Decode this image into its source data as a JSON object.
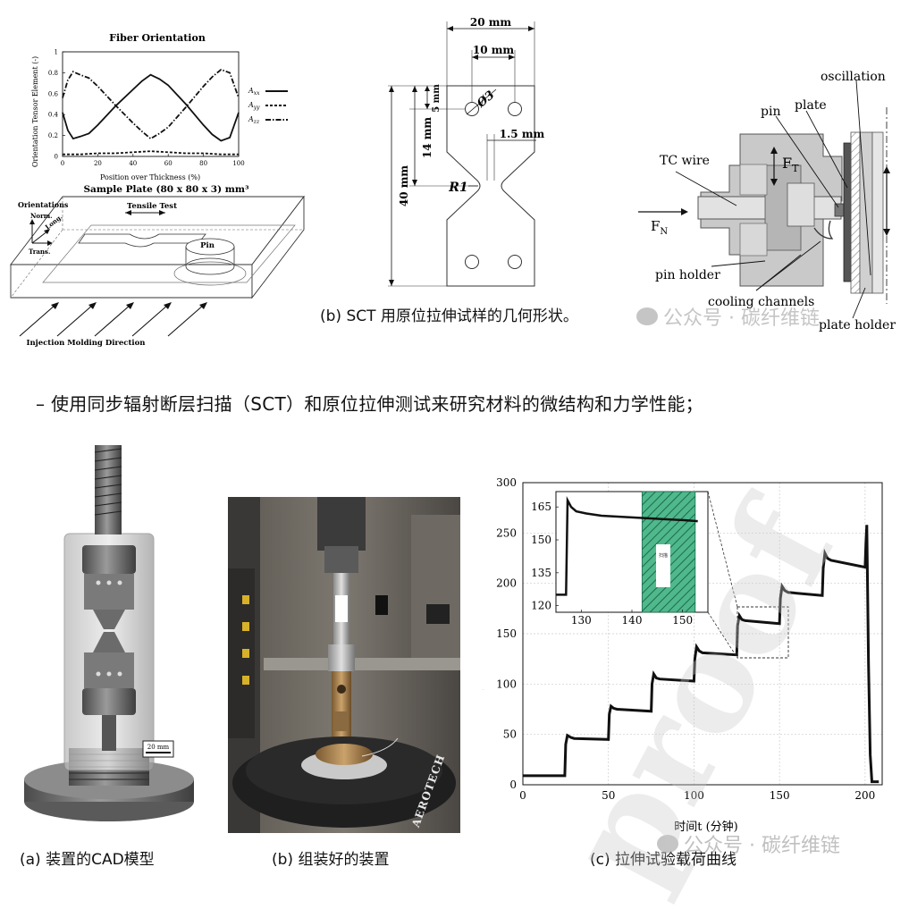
{
  "fiber_chart": {
    "title": "Fiber Orientation",
    "ylabel": "Orientation Tensor Element (-)",
    "xlabel": "Position over Thickness (%)",
    "legend": [
      "A_xx",
      "A_yy",
      "A_zz"
    ],
    "x_ticks": [
      "0",
      "20",
      "40",
      "60",
      "80",
      "100"
    ],
    "y_ticks": [
      "0",
      "0.2",
      "0.4",
      "0.6",
      "0.8",
      "1"
    ]
  },
  "chart_data": [
    {
      "type": "line",
      "title": "Fiber Orientation",
      "xlabel": "Position over Thickness (%)",
      "ylabel": "Orientation Tensor Element (-)",
      "xlim": [
        0,
        100
      ],
      "ylim": [
        0,
        1
      ],
      "legend_position": "right",
      "series": [
        {
          "name": "A_xx",
          "style": "solid",
          "x": [
            0,
            3,
            6,
            10,
            15,
            20,
            30,
            40,
            45,
            50,
            55,
            60,
            70,
            80,
            85,
            90,
            95,
            100
          ],
          "y": [
            0.42,
            0.25,
            0.17,
            0.19,
            0.22,
            0.3,
            0.48,
            0.64,
            0.72,
            0.78,
            0.74,
            0.68,
            0.5,
            0.3,
            0.21,
            0.15,
            0.18,
            0.42
          ]
        },
        {
          "name": "A_yy",
          "style": "dashed",
          "x": [
            0,
            10,
            20,
            30,
            40,
            50,
            60,
            70,
            80,
            90,
            100
          ],
          "y": [
            0.02,
            0.02,
            0.03,
            0.03,
            0.04,
            0.05,
            0.04,
            0.03,
            0.03,
            0.02,
            0.02
          ]
        },
        {
          "name": "A_zz",
          "style": "dashdot",
          "x": [
            0,
            3,
            6,
            10,
            15,
            20,
            30,
            40,
            45,
            50,
            55,
            60,
            70,
            80,
            85,
            90,
            95,
            100
          ],
          "y": [
            0.56,
            0.73,
            0.81,
            0.78,
            0.75,
            0.67,
            0.49,
            0.32,
            0.24,
            0.17,
            0.22,
            0.28,
            0.47,
            0.67,
            0.76,
            0.83,
            0.8,
            0.56
          ]
        }
      ]
    },
    {
      "type": "line",
      "title": "",
      "xlabel": "时间t (分钟)",
      "ylabel": "",
      "xlim": [
        0,
        210
      ],
      "ylim": [
        0,
        300
      ],
      "grid": true,
      "series": [
        {
          "x": [
            0,
            24.5,
            25,
            26,
            28,
            30,
            50,
            50.5,
            51.5,
            53,
            55,
            75,
            75.5,
            76.5,
            78,
            80,
            100,
            100.5,
            101.5,
            103,
            105,
            125,
            125.5,
            126.5,
            128,
            130,
            150,
            150.5,
            151.5,
            153,
            155,
            175,
            175.5,
            176.5,
            178,
            180,
            200,
            200.5,
            201,
            202,
            203,
            204,
            208
          ],
          "y": [
            9,
            9,
            40,
            49,
            47,
            46,
            45,
            70,
            78,
            76,
            75,
            73,
            100,
            110,
            106,
            105,
            103,
            125,
            137,
            133,
            131,
            129,
            158,
            168,
            164,
            163,
            160,
            185,
            197,
            193,
            191,
            188,
            215,
            230,
            225,
            223,
            216,
            240,
            258,
            120,
            30,
            3,
            3
          ]
        }
      ]
    },
    {
      "type": "line",
      "title": "",
      "xlim": [
        125,
        155
      ],
      "ylim": [
        117,
        172
      ],
      "series": [
        {
          "x": [
            125,
            127,
            127.3,
            128,
            129,
            131,
            134,
            138,
            142,
            146,
            150,
            153
          ],
          "y": [
            125,
            125,
            168,
            165,
            163,
            162,
            161,
            160.5,
            160,
            159.5,
            159,
            158.5
          ]
        }
      ]
    }
  ],
  "plate_diagram": {
    "title": "Sample Plate (80 x 80 x 3) mm³",
    "orientations_label": "Orientations",
    "norm_label": "Norm.",
    "long_label": "Long.",
    "trans_label": "Trans.",
    "tensile_label": "Tensile Test",
    "pin_label": "Pin",
    "injection_label": "Injection Molding Direction"
  },
  "specimen": {
    "dim_20": "20 mm",
    "dim_10": "10 mm",
    "dim_5": "5 mm",
    "dim_14": "14 mm",
    "dim_40": "40 mm",
    "dim_15": "1.5 mm",
    "diameter": "Ø3",
    "radius": "R1",
    "caption": "(b) SCT 用原位拉伸试样的几何形状。"
  },
  "tribo": {
    "oscillation": "oscillation",
    "pin": "pin",
    "plate": "plate",
    "tc_wire": "TC wire",
    "ft": "F",
    "ft_sub": "T",
    "fn": "F",
    "fn_sub": "N",
    "pin_holder": "pin holder",
    "cooling": "cooling channels",
    "plate_holder": "plate holder"
  },
  "body_text": "– 使用同步辐射断层扫描（SCT）和原位拉伸测试来研究材料的微结构和力学性能；",
  "cad": {
    "scale": "20 mm",
    "caption": "(a) 装置的CAD模型"
  },
  "photo": {
    "brand": "AEROTECH",
    "caption": "(b) 组装好的装置"
  },
  "load_chart": {
    "y_ticks": [
      "0",
      "50",
      "100",
      "150",
      "200",
      "250",
      "300"
    ],
    "x_ticks": [
      "0",
      "50",
      "100",
      "150",
      "200"
    ],
    "xlabel": "时间t (分钟)",
    "inset_x_ticks": [
      "130",
      "140",
      "150"
    ],
    "inset_y_ticks": [
      "120",
      "135",
      "150",
      "165"
    ],
    "inset_label": "扫描",
    "caption": "(c) 拉伸试验载荷曲线"
  },
  "watermarks": {
    "wechat": "公众号 · 碳纤维链",
    "proof": "proof"
  }
}
